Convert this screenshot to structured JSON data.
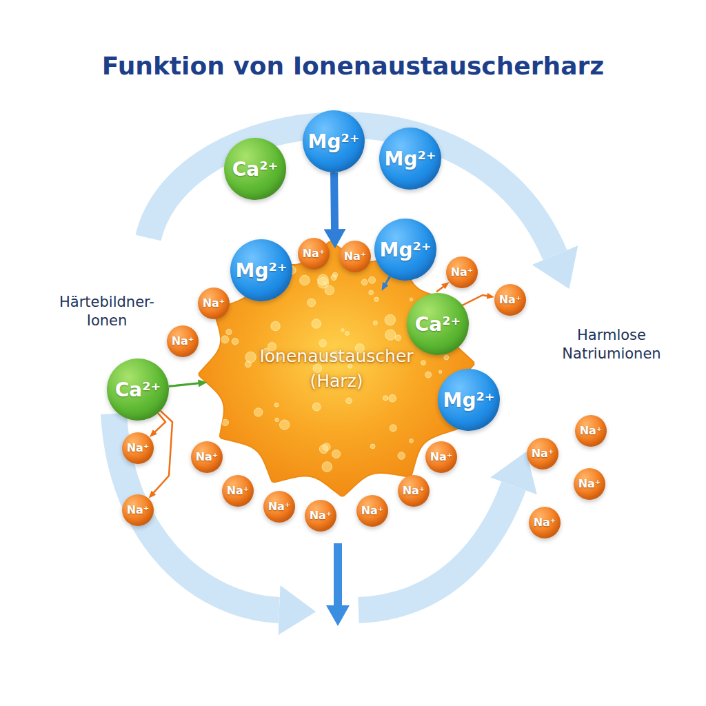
{
  "diagram": {
    "title": "Funktion von Ionenaustauscherharz",
    "nodes": [
      {
        "text": [
          "Ca²⁺"
        ]
      },
      {
        "text": [
          "Mg²⁺"
        ]
      },
      {
        "text": [
          "Mg²⁺"
        ]
      },
      {
        "text": [
          "Ionenaustauscher (Harz)"
        ]
      },
      {
        "text": [
          "Mg²⁺"
        ]
      },
      {
        "text": [
          "Na⁺"
        ]
      },
      {
        "text": [
          "Na⁺"
        ]
      },
      {
        "text": [
          "Mg²⁺"
        ]
      },
      {
        "text": [
          "Na⁺"
        ]
      },
      {
        "text": [
          "Na⁺"
        ]
      },
      {
        "text": [
          "Na⁺"
        ]
      },
      {
        "text": [
          "Ca²⁺"
        ]
      },
      {
        "text": [
          "Na⁺"
        ]
      },
      {
        "text": [
          "Ca²⁺"
        ]
      },
      {
        "text": [
          "Mg²⁺"
        ]
      },
      {
        "text": [
          "Na⁺"
        ]
      },
      {
        "text": [
          "Na⁺"
        ]
      },
      {
        "text": [
          "Na⁺"
        ]
      },
      {
        "text": [
          "Na⁺"
        ]
      },
      {
        "text": [
          "Na⁺"
        ]
      },
      {
        "text": [
          "Na⁺"
        ]
      },
      {
        "text": [
          "Na⁺"
        ]
      },
      {
        "text": [
          "Na⁺"
        ]
      },
      {
        "text": [
          "Na⁺"
        ]
      },
      {
        "text": [
          "Na⁺"
        ]
      },
      {
        "text": [
          "Na⁺"
        ]
      },
      {
        "text": [
          "Na⁺"
        ]
      },
      {
        "text": [
          "Na⁺"
        ]
      }
    ],
    "edges": [
      {
        "from": 1,
        "to": 3,
        "arrow": "to"
      },
      {
        "from": 13,
        "to": 3,
        "arrow": "to"
      },
      {
        "from": 13,
        "to": 15,
        "arrow": "to"
      },
      {
        "from": 13,
        "to": 18,
        "arrow": "to"
      },
      {
        "from": 7,
        "to": 3,
        "arrow": "to"
      },
      {
        "from": 3,
        "to": 8,
        "arrow": "to"
      },
      {
        "from": 3,
        "to": 9,
        "arrow": "to"
      }
    ],
    "labels": [
      "Härtebildner- Ionen",
      "Harmlose Natriumionen"
    ]
  }
}
